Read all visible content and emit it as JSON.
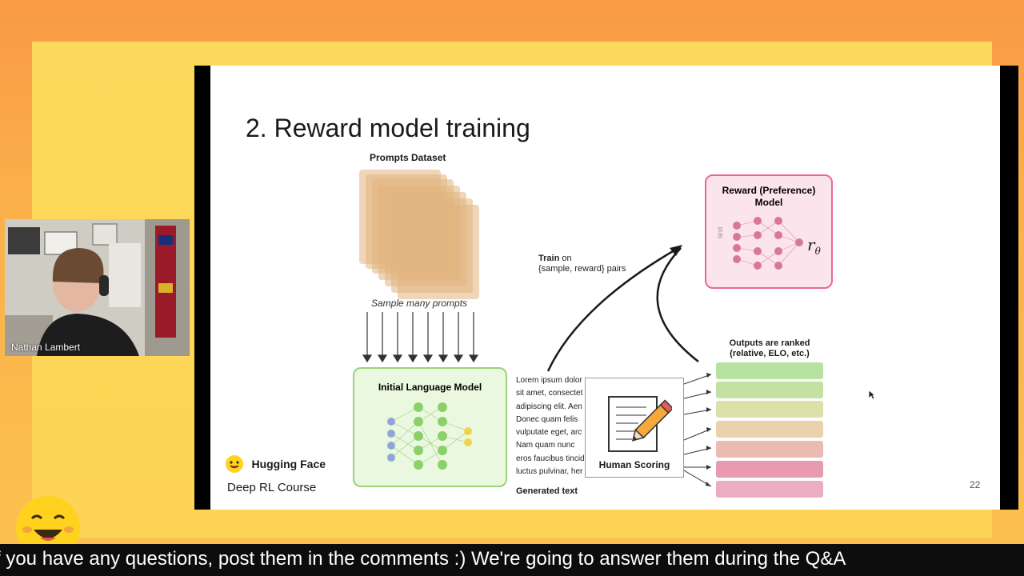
{
  "slide": {
    "title": "2. Reward model training",
    "page_number": "22",
    "brand": {
      "name": "Hugging Face",
      "course": "Deep RL Course"
    },
    "prompts_dataset_label": "Prompts Dataset",
    "sample_label": "Sample many prompts",
    "lm_label": "Initial Language Model",
    "generated_text_lines": [
      "Lorem ipsum dolor",
      "sit amet, consectet",
      "adipiscing elit. Aen",
      "Donec quam felis",
      "vulputate eget, arc",
      "Nam quam nunc",
      "eros faucibus tincid",
      "luctus pulvinar, her"
    ],
    "generated_text_label": "Generated text",
    "human_scoring_label": "Human Scoring",
    "train_label_bold": "Train",
    "train_label_rest": " on",
    "train_label_line2": "{sample, reward} pairs",
    "reward_model_label_line1": "Reward (Preference)",
    "reward_model_label_line2": "Model",
    "reward_side_label": "text",
    "reward_symbol": "r",
    "reward_subscript": "θ",
    "ranked_label_line1": "Outputs are ranked",
    "ranked_label_line2": "(relative, ELO, etc.)",
    "rank_colors": [
      "#bde9a6",
      "#c9e8a6",
      "#e2e8ad",
      "#f0d8b1",
      "#f1c1b6",
      "#ef9fb5",
      "#f1b2c8"
    ]
  },
  "webcam": {
    "name": "Nathan Lambert"
  },
  "caption": {
    "text": "f you have any questions, post them in the comments :) We're going to answer them during the Q&A"
  },
  "icons": [
    "hugging-face-icon",
    "pencil-paper-icon",
    "mouse-cursor-icon"
  ]
}
